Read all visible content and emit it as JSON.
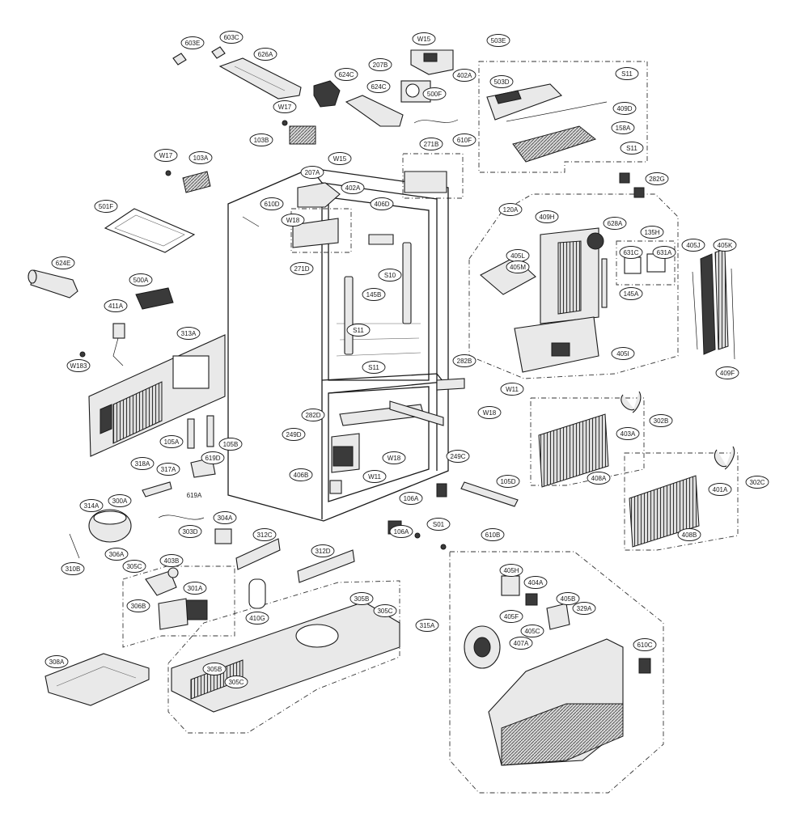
{
  "callouts": [
    {
      "label": "603E"
    },
    {
      "label": "603C"
    },
    {
      "label": "626A"
    },
    {
      "label": "W15"
    },
    {
      "label": "207B"
    },
    {
      "label": "402A"
    },
    {
      "label": "624C"
    },
    {
      "label": "624C"
    },
    {
      "label": "500F"
    },
    {
      "label": "W17"
    },
    {
      "label": "610F"
    },
    {
      "label": "103B"
    },
    {
      "label": "271B"
    },
    {
      "label": "W17"
    },
    {
      "label": "103A"
    },
    {
      "label": "W15"
    },
    {
      "label": "207A"
    },
    {
      "label": "402A"
    },
    {
      "label": "610D"
    },
    {
      "label": "406D"
    },
    {
      "label": "W18"
    },
    {
      "label": "271D"
    },
    {
      "label": "501F"
    },
    {
      "label": "624E"
    },
    {
      "label": "500A"
    },
    {
      "label": "411A"
    },
    {
      "label": "W183"
    },
    {
      "label": "313A"
    },
    {
      "label": "145B"
    },
    {
      "label": "S10"
    },
    {
      "label": "S11"
    },
    {
      "label": "S11"
    },
    {
      "label": "503E"
    },
    {
      "label": "S11"
    },
    {
      "label": "503D"
    },
    {
      "label": "409D"
    },
    {
      "label": "158A"
    },
    {
      "label": "S11"
    },
    {
      "label": "282G"
    },
    {
      "label": "120A"
    },
    {
      "label": "409H"
    },
    {
      "label": "628A"
    },
    {
      "label": "135H"
    },
    {
      "label": "405J"
    },
    {
      "label": "405K"
    },
    {
      "label": "631C"
    },
    {
      "label": "631A"
    },
    {
      "label": "405L"
    },
    {
      "label": "405M"
    },
    {
      "label": "145A"
    },
    {
      "label": "405I"
    },
    {
      "label": "409F"
    },
    {
      "label": "282B"
    },
    {
      "label": "W11"
    },
    {
      "label": "W18"
    },
    {
      "label": "282D"
    },
    {
      "label": "249D"
    },
    {
      "label": "105A"
    },
    {
      "label": "105B"
    },
    {
      "label": "619D"
    },
    {
      "label": "318A"
    },
    {
      "label": "317A"
    },
    {
      "label": "W18"
    },
    {
      "label": "W11"
    },
    {
      "label": "249C"
    },
    {
      "label": "406B"
    },
    {
      "label": "302B"
    },
    {
      "label": "403A"
    },
    {
      "label": "408A"
    },
    {
      "label": "106A"
    },
    {
      "label": "105D"
    },
    {
      "label": "401A"
    },
    {
      "label": "302C"
    },
    {
      "label": "408B"
    },
    {
      "label": "314A"
    },
    {
      "label": "300A"
    },
    {
      "label": "304A"
    },
    {
      "label": "303D"
    },
    {
      "label": "312C"
    },
    {
      "label": "106A"
    },
    {
      "label": "S01"
    },
    {
      "label": "312D"
    },
    {
      "label": "610B"
    },
    {
      "label": "306A"
    },
    {
      "label": "310B"
    },
    {
      "label": "305C"
    },
    {
      "label": "403B"
    },
    {
      "label": "301A"
    },
    {
      "label": "306B"
    },
    {
      "label": "410G"
    },
    {
      "label": "305B"
    },
    {
      "label": "305C"
    },
    {
      "label": "315A"
    },
    {
      "label": "405H"
    },
    {
      "label": "404A"
    },
    {
      "label": "405B"
    },
    {
      "label": "329A"
    },
    {
      "label": "405F"
    },
    {
      "label": "405C"
    },
    {
      "label": "407A"
    },
    {
      "label": "610C"
    },
    {
      "label": "308A"
    },
    {
      "label": "305B"
    },
    {
      "label": "305C"
    }
  ],
  "plain_labels": [
    {
      "label": "619A"
    }
  ]
}
